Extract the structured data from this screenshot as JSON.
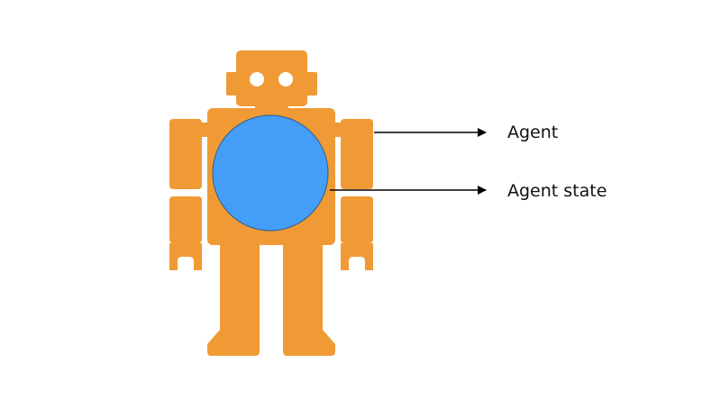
{
  "labels": {
    "agent": "Agent",
    "agent_state": "Agent state"
  },
  "icons": {
    "robot": "robot-icon",
    "state": "circle-shape"
  },
  "colors": {
    "robot_body": "#F09A36",
    "agent_state_circle": "#449EF8",
    "circle_outline": "#2C5E8C",
    "arrow": "#000000",
    "background": "#FFFFFF"
  }
}
